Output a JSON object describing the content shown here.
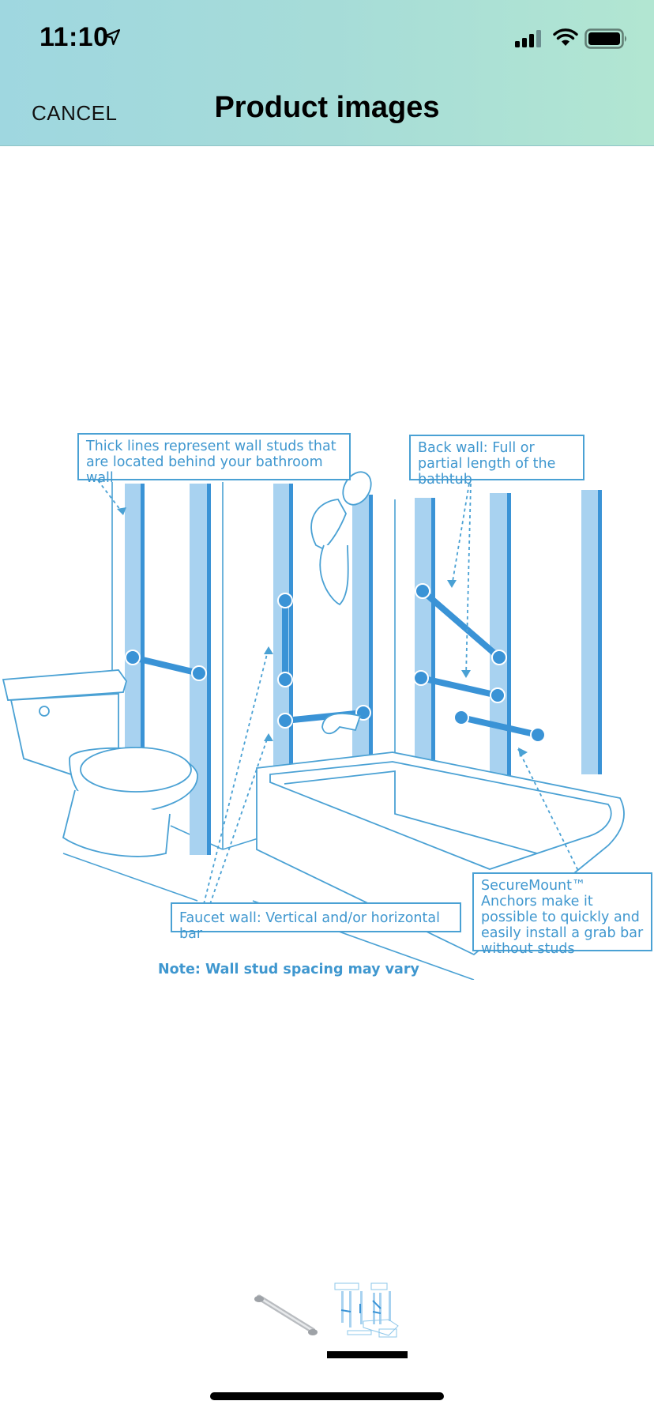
{
  "status_bar": {
    "time": "11:10"
  },
  "nav": {
    "cancel_label": "CANCEL",
    "title": "Product images"
  },
  "image": {
    "callouts": {
      "studs": "Thick lines represent wall studs that are located behind your bathroom wall",
      "back_wall": "Back wall: Full or partial length of the bathtub",
      "anchors": "SecureMount™ Anchors make it possible to quickly and easily install a grab bar without studs",
      "faucet_wall": "Faucet wall: Vertical and/or horizontal bar"
    },
    "note": "Note: Wall stud spacing may vary"
  },
  "thumbnails": [
    {
      "name": "grab-bar-thumbnail",
      "selected": false
    },
    {
      "name": "diagram-thumbnail",
      "selected": true
    }
  ]
}
